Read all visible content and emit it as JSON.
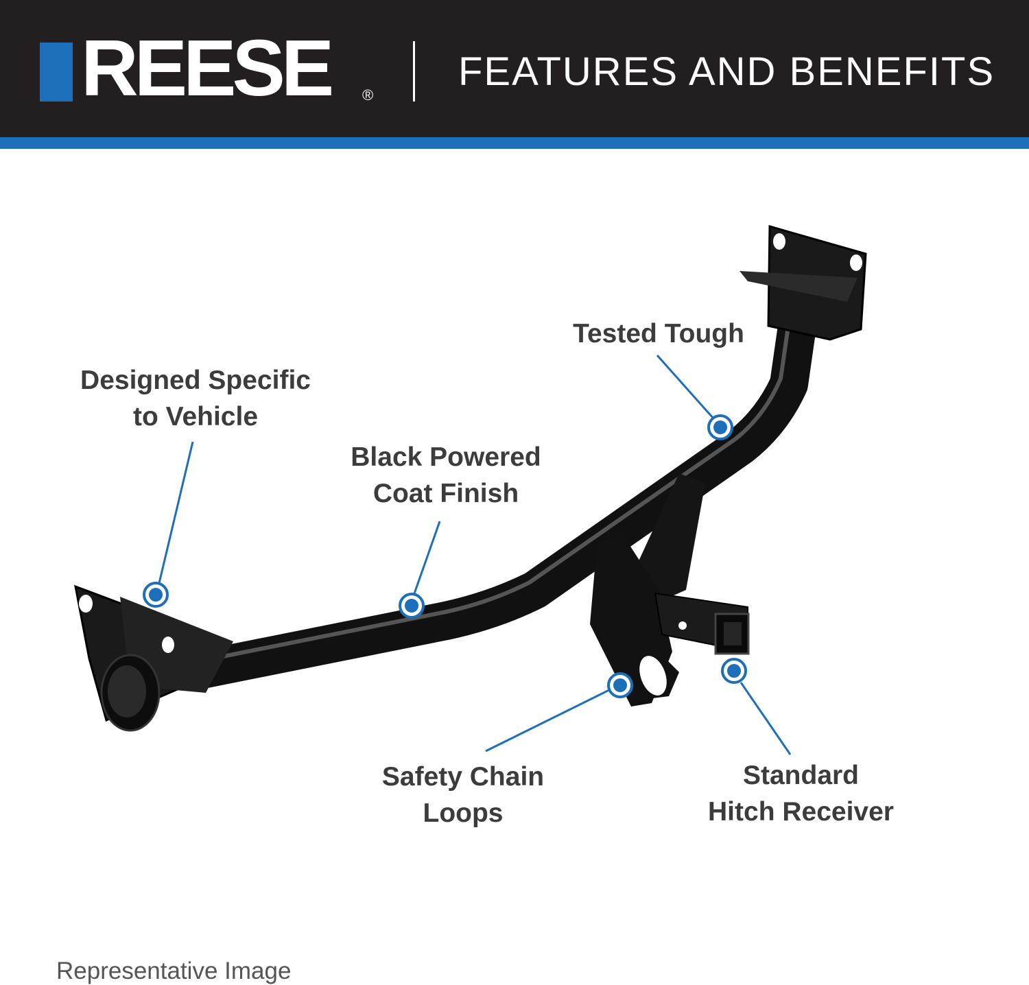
{
  "brand": {
    "name": "REESE",
    "registered_mark": "®",
    "accent_color": "#1c6fb8",
    "header_bg": "#231f20"
  },
  "header": {
    "title": "FEATURES AND BENEFITS"
  },
  "callouts": {
    "designed_specific": "Designed Specific\nto Vehicle",
    "black_powder": "Black Powered\nCoat Finish",
    "tested_tough": "Tested Tough",
    "safety_chain": "Safety Chain\nLoops",
    "standard_receiver": "Standard\nHitch Receiver"
  },
  "footnote": "Representative Image",
  "image": {
    "subject": "trailer-hitch-image",
    "callout_color": "#1c6fb8"
  }
}
